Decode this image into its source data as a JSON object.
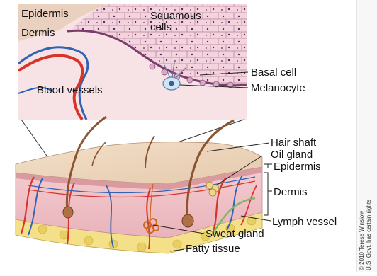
{
  "labels": {
    "epidermis_top": "Epidermis",
    "squamous_line1": "Squamous",
    "squamous_line2": "cells",
    "dermis_top": "Dermis",
    "blood_vessels": "Blood vessels",
    "basal_cell": "Basal cell",
    "melanocyte": "Melanocyte",
    "hair_shaft": "Hair shaft",
    "oil_gland": "Oil gland",
    "epidermis_side": "Epidermis",
    "dermis_side": "Dermis",
    "lymph_vessel": "Lymph vessel",
    "sweat_gland": "Sweat gland",
    "fatty_tissue": "Fatty tissue"
  },
  "credit": {
    "line1": "© 2010 Terese Winslow",
    "line2": "U.S. Govt. has certain rights"
  },
  "colors": {
    "epidermis": "#e8cdb3",
    "dermis": "#f0c4c8",
    "fat": "#f3e088",
    "artery": "#d8342a",
    "vein": "#2e63b5",
    "hair": "#8a5530",
    "cell_fill": "#f3d3de",
    "cell_border": "#b58296",
    "melanocyte": "#cde6f6"
  }
}
